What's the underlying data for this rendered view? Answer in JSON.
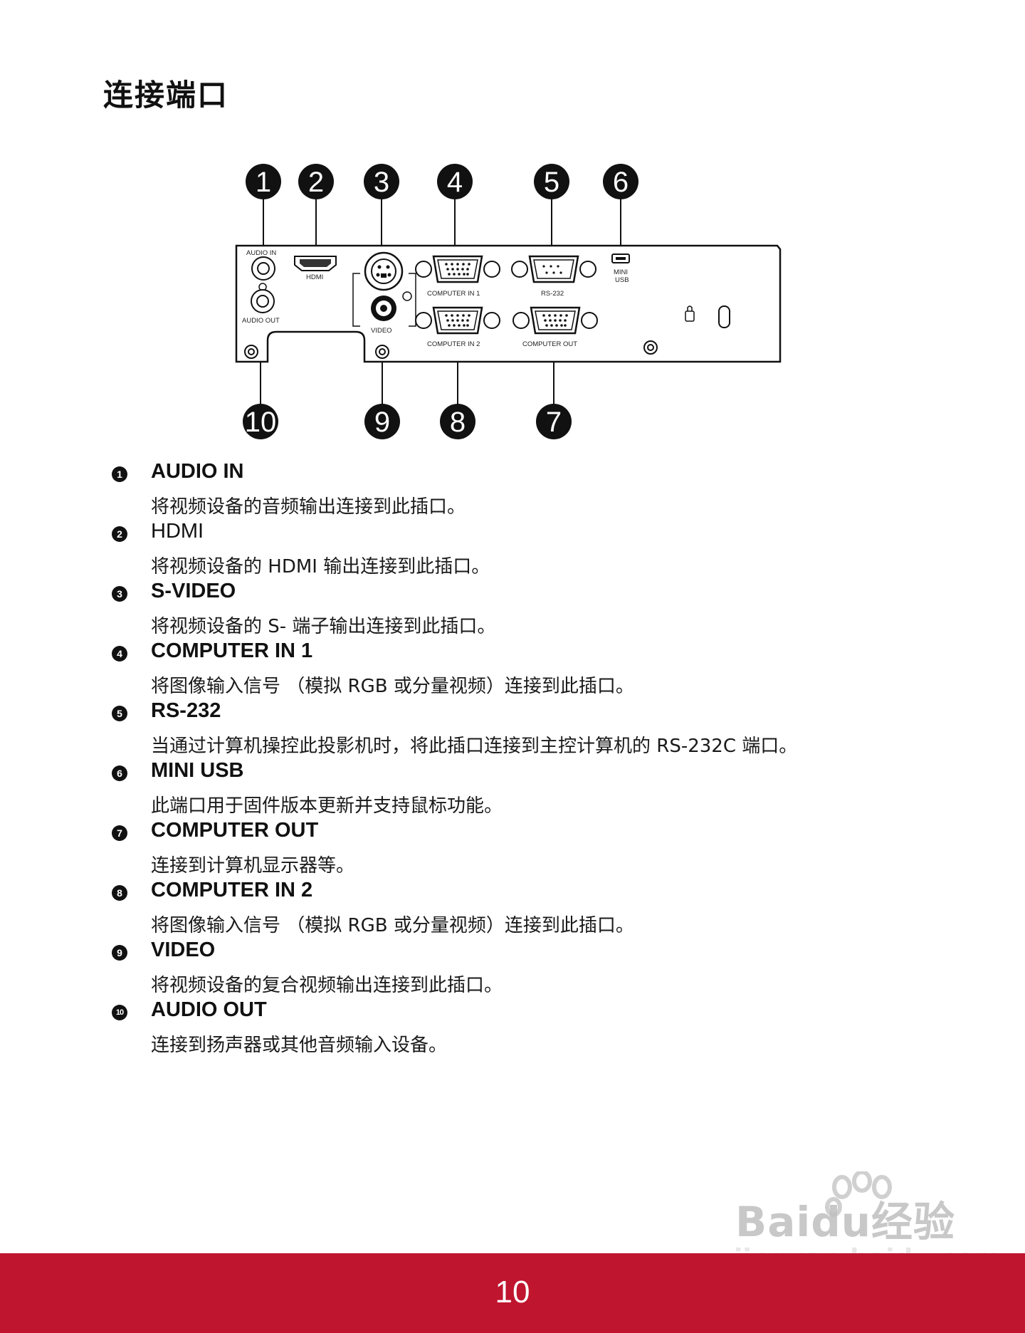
{
  "page": {
    "title": "连接端口",
    "page_number": "10"
  },
  "diagram": {
    "callouts": [
      "1",
      "2",
      "3",
      "4",
      "5",
      "6",
      "10",
      "9",
      "8",
      "7"
    ],
    "labels": {
      "audio_in": "AUDIO IN",
      "hdmi": "HDMI",
      "audio_out": "AUDIO OUT",
      "video": "VIDEO",
      "computer_in_1": "COMPUTER IN 1",
      "computer_in_2": "COMPUTER IN 2",
      "rs232": "RS-232",
      "computer_out": "COMPUTER OUT",
      "mini": "MINI",
      "usb": "USB"
    }
  },
  "ports": [
    {
      "num": "1",
      "name": "AUDIO IN",
      "desc": "将视频设备的音频输出连接到此插口。"
    },
    {
      "num": "2",
      "name": "HDMI",
      "desc": "将视频设备的 HDMI 输出连接到此插口。"
    },
    {
      "num": "3",
      "name": "S-VIDEO",
      "desc": "将视频设备的 S- 端子输出连接到此插口。"
    },
    {
      "num": "4",
      "name": "COMPUTER IN 1",
      "desc": "将图像输入信号 （模拟 RGB 或分量视频）连接到此插口。"
    },
    {
      "num": "5",
      "name": "RS-232",
      "desc": "当通过计算机操控此投影机时，将此插口连接到主控计算机的 RS-232C 端口。"
    },
    {
      "num": "6",
      "name": "MINI USB",
      "desc": "此端口用于固件版本更新并支持鼠标功能。"
    },
    {
      "num": "7",
      "name": "COMPUTER OUT",
      "desc": "连接到计算机显示器等。"
    },
    {
      "num": "8",
      "name": "COMPUTER IN 2",
      "desc": "将图像输入信号 （模拟 RGB 或分量视频）连接到此插口。"
    },
    {
      "num": "9",
      "name": "VIDEO",
      "desc": "将视频设备的复合视频输出连接到此插口。"
    },
    {
      "num": "10",
      "name": "AUDIO OUT",
      "desc": "连接到扬声器或其他音频输入设备。"
    }
  ],
  "watermark": {
    "brand": "Baidu经验",
    "url": "jingyan.baidu.com"
  }
}
